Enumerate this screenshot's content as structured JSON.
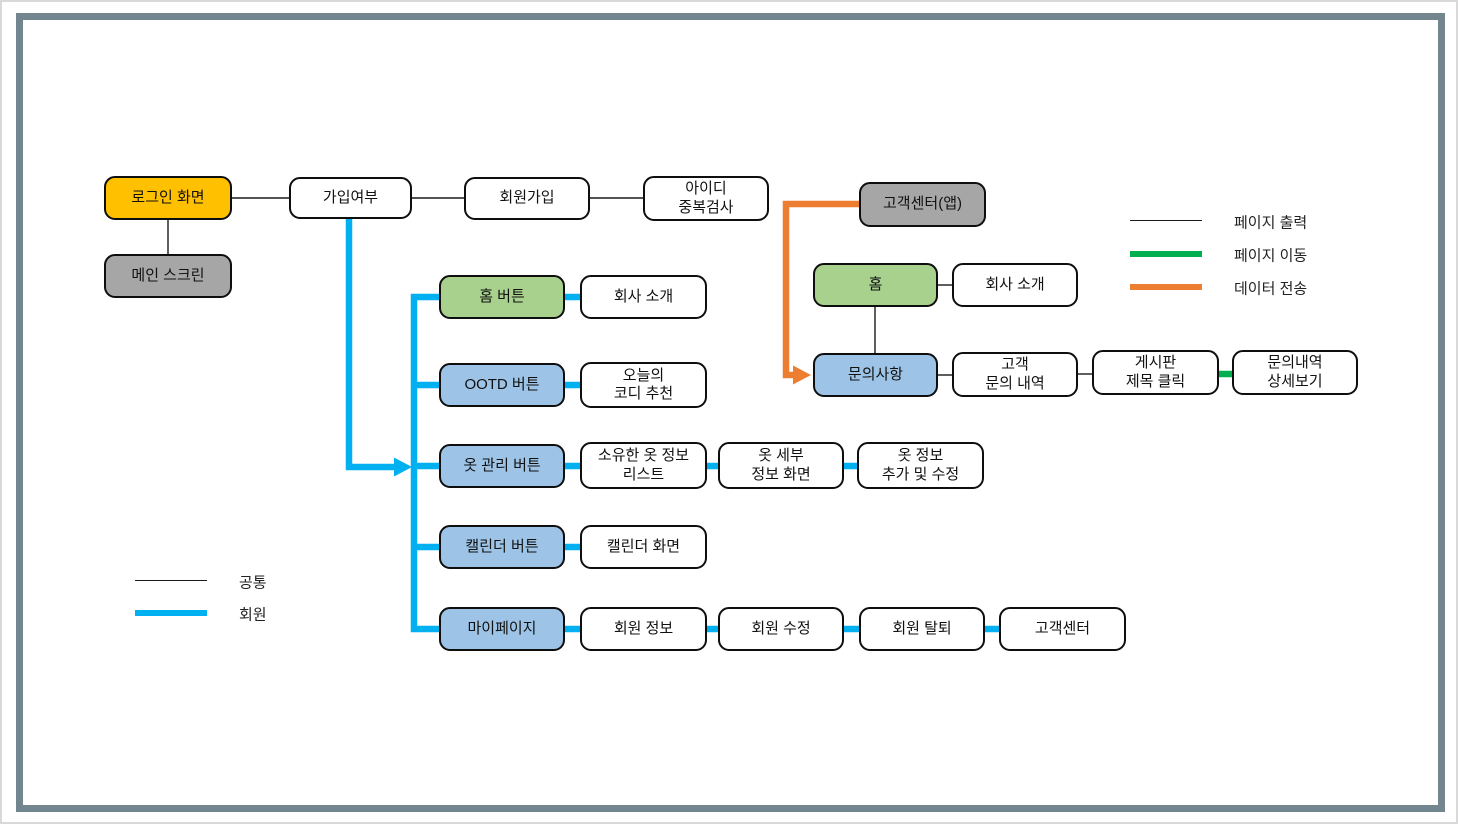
{
  "nodes": {
    "login": {
      "label": "로그인 화면"
    },
    "main_screen": {
      "label": "메인 스크린"
    },
    "join_check": {
      "label": "가입여부"
    },
    "signup": {
      "label": "회원가입"
    },
    "id_dup": {
      "label": "아이디\n중복검사"
    },
    "cs_app": {
      "label": "고객센터(앱)"
    },
    "home": {
      "label": "홈"
    },
    "company_intro_right": {
      "label": "회사 소개"
    },
    "inquiry": {
      "label": "문의사항"
    },
    "cust_inquiry": {
      "label": "고객\n문의 내역"
    },
    "board_click": {
      "label": "게시판\n제목 클릭"
    },
    "inquiry_detail": {
      "label": "문의내역\n상세보기"
    },
    "home_btn": {
      "label": "홈 버튼"
    },
    "company_intro": {
      "label": "회사 소개"
    },
    "ootd_btn": {
      "label": "OOTD 버튼"
    },
    "ootd_reco": {
      "label": "오늘의\n코디 추천"
    },
    "clothes_btn": {
      "label": "옷 관리 버튼"
    },
    "clothes_list": {
      "label": "소유한 옷 정보\n리스트"
    },
    "clothes_detail": {
      "label": "옷 세부\n정보 화면"
    },
    "clothes_edit": {
      "label": "옷 정보\n추가 및 수정"
    },
    "calendar_btn": {
      "label": "캘린더 버튼"
    },
    "calendar_screen": {
      "label": "캘린더 화면"
    },
    "mypage": {
      "label": "마이페이지"
    },
    "member_info": {
      "label": "회원 정보"
    },
    "member_edit": {
      "label": "회원 수정"
    },
    "member_quit": {
      "label": "회원 탈퇴"
    },
    "cs_center": {
      "label": "고객센터"
    }
  },
  "legend_flow": {
    "page_output": "페이지 출력",
    "page_move": "페이지 이동",
    "data_send": "데이터 전송"
  },
  "legend_user": {
    "common": "공통",
    "member": "회원"
  },
  "colors": {
    "node_orange": "#FFC000",
    "node_gray": "#A6A6A6",
    "node_green": "#A9D18E",
    "node_blue": "#9DC3E6",
    "line_page_output": "#000000",
    "line_page_move": "#00B050",
    "line_data_send": "#ED7D31",
    "line_common": "#000000",
    "line_member": "#00B0F0",
    "frame": "#73858f"
  }
}
